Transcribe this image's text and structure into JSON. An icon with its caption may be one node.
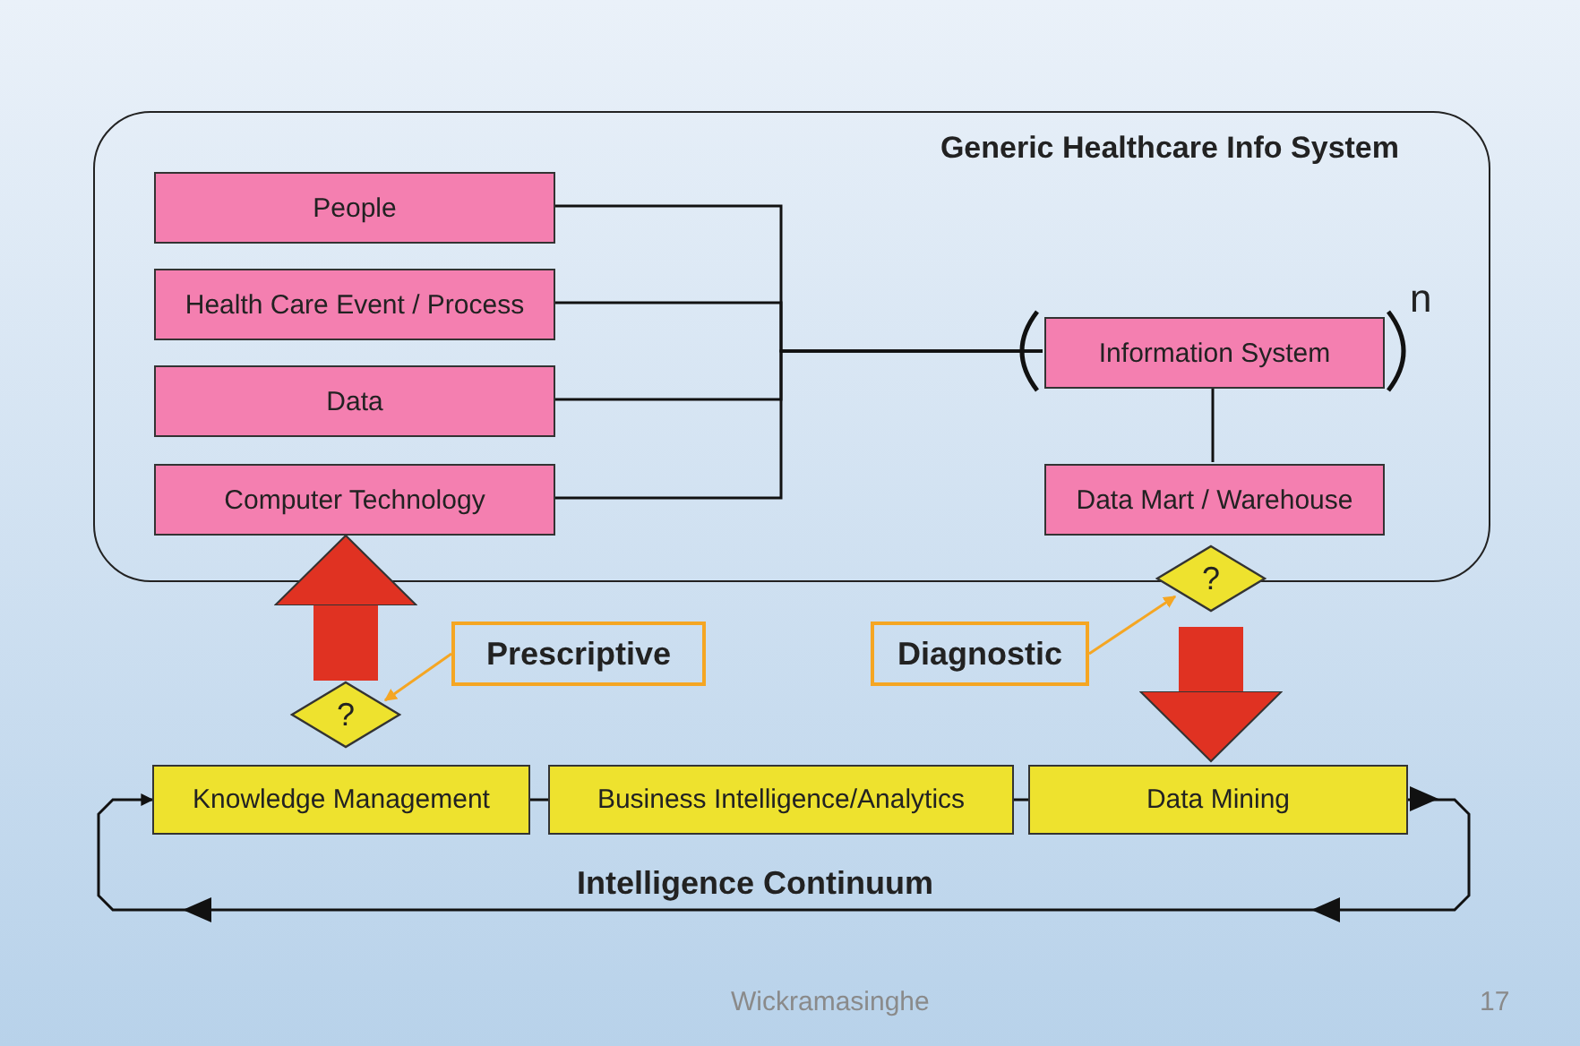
{
  "diagram": {
    "nodes": [
      {
        "text": [
          "Generic Healthcare Info System"
        ]
      },
      {
        "text": [
          "People"
        ],
        "in": 0
      },
      {
        "text": [
          "Health Care Event / Process"
        ],
        "in": 0
      },
      {
        "text": [
          "Data"
        ],
        "in": 0
      },
      {
        "text": [
          "Computer Technology"
        ],
        "in": 0
      },
      {
        "text": [
          "Information System"
        ],
        "in": 0
      },
      {
        "text": [
          "Data Mart / Warehouse"
        ],
        "in": 0
      },
      {
        "text": [
          "?"
        ]
      },
      {
        "text": [
          "Prescriptive"
        ]
      },
      {
        "text": [
          "Diagnostic"
        ]
      },
      {
        "text": [
          "?"
        ]
      },
      {
        "text": [
          "Knowledge Management"
        ]
      },
      {
        "text": [
          "Business Intelligence/Analytics"
        ]
      },
      {
        "text": [
          "Data Mining"
        ]
      }
    ],
    "edges": [
      {
        "from": 1,
        "to": 5,
        "arrow": "none"
      },
      {
        "from": 2,
        "to": 5,
        "arrow": "none"
      },
      {
        "from": 3,
        "to": 5,
        "arrow": "none"
      },
      {
        "from": 4,
        "to": 5,
        "arrow": "none"
      },
      {
        "from": 5,
        "to": 6,
        "arrow": "none"
      },
      {
        "from": 8,
        "to": 10,
        "arrow": "to",
        "color": "#f5a623"
      },
      {
        "from": 9,
        "to": 7,
        "arrow": "to",
        "color": "#f5a623"
      },
      {
        "from": 10,
        "to": 0,
        "arrow": "to",
        "style": "thick",
        "color": "#e03222"
      },
      {
        "from": 7,
        "to": 13,
        "arrow": "to",
        "style": "thick",
        "color": "#e03222"
      },
      {
        "from": 11,
        "to": 12,
        "arrow": "none"
      },
      {
        "from": 12,
        "to": 13,
        "arrow": "none"
      },
      {
        "from": 13,
        "to": 11,
        "arrow": "to"
      }
    ],
    "labels": [
      "n",
      "Intelligence Continuum",
      "Wickramasinghe",
      "17"
    ]
  }
}
